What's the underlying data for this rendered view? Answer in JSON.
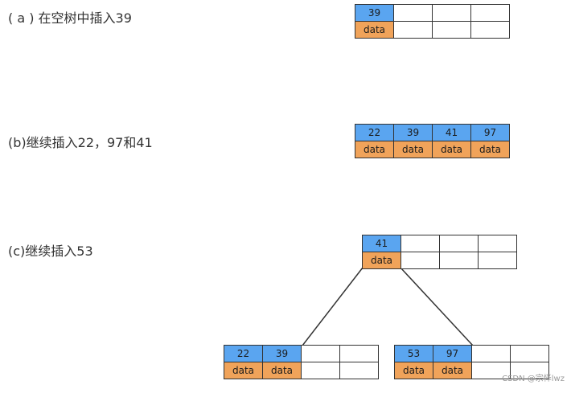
{
  "captions": {
    "a": "( a ) 在空树中插入39",
    "b": "(b)继续插入22，97和41",
    "c": "(c)继续插入53"
  },
  "nodes": {
    "a": {
      "keys": [
        "39",
        "",
        "",
        ""
      ],
      "data": [
        "data",
        "",
        "",
        ""
      ]
    },
    "b": {
      "keys": [
        "22",
        "39",
        "41",
        "97"
      ],
      "data": [
        "data",
        "data",
        "data",
        "data"
      ]
    },
    "c_root": {
      "keys": [
        "41",
        "",
        "",
        ""
      ],
      "data": [
        "data",
        "",
        "",
        ""
      ]
    },
    "c_left": {
      "keys": [
        "22",
        "39",
        "",
        ""
      ],
      "data": [
        "data",
        "data",
        "",
        ""
      ]
    },
    "c_right": {
      "keys": [
        "53",
        "97",
        "",
        ""
      ],
      "data": [
        "data",
        "data",
        "",
        ""
      ]
    }
  },
  "colors": {
    "key_fill": "#5aa5f0",
    "data_fill": "#f0a35a",
    "border": "#333333",
    "edge": "#333333"
  },
  "watermark": "CSDN @宗怿lwz"
}
